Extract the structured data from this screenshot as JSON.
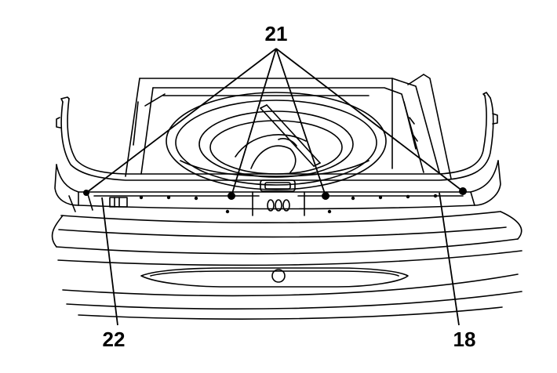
{
  "labels": {
    "top_fasteners": "21",
    "left_part": "22",
    "right_part": "18"
  },
  "colors": {
    "ink": "#000000",
    "paper": "#ffffff"
  }
}
